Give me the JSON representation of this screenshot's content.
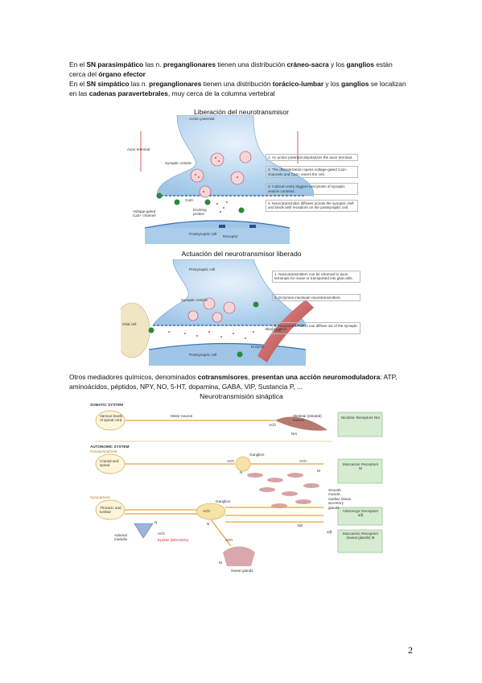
{
  "paragraph1": {
    "l1": [
      "En el ",
      "SN parasimpático",
      " las n. ",
      "preganglionares",
      " tienen una distribución ",
      "cráneo-sacra",
      " y los ",
      "ganglios",
      " están"
    ],
    "l2": [
      "cerca del ",
      "órgano efector"
    ],
    "l3": [
      "En el ",
      "SN simpático",
      " las n. ",
      "preganglionares",
      " tienen una distribución ",
      "torácico-lumbar",
      " y los ",
      "ganglios",
      " se localizan"
    ],
    "l4": [
      "en las ",
      "cadenas paravertebrales",
      ", muy cerca de la columna vertebral"
    ]
  },
  "captions": {
    "fig1": "Liberación del neurotransmisor",
    "fig2": "Actuación del neurotransmisor liberado",
    "fig3": "Neurotransmisión sináptica"
  },
  "paragraph2": {
    "l1": [
      "Otros mediadores químicos, denominados ",
      "cotransmisores",
      ", ",
      "presentan una acción neuromoduladora",
      ": ATP,"
    ],
    "l2": "aminoácidos, péptidos, NPY, NO, 5-HT, dopamina, GABA, VIP, Sustancia P, ..."
  },
  "figure1": {
    "labels": {
      "action_potential": "Action potential",
      "axon_terminal": "Axon terminal",
      "synaptic_vesicle": "Synaptic vesicle",
      "vg_channel": "Voltage-gated Ca2+ channel",
      "ca": "Ca2+",
      "docking": "Docking protein",
      "postsynaptic": "Postsynaptic cell",
      "receptor": "Receptor"
    },
    "steps": [
      {
        "n": "1",
        "text": "An action potential depolarizes the axon terminal."
      },
      {
        "n": "2",
        "text": "The depolarization opens voltage-gated Ca2+ channels and Ca2+ enters the cell."
      },
      {
        "n": "3",
        "text": "Calcium entry triggers exocytosis of synaptic vesicle contents."
      },
      {
        "n": "4",
        "text": "Neurotransmitter diffuses across the synaptic cleft and binds with receptors on the postsynaptic cell."
      }
    ]
  },
  "figure2": {
    "labels": {
      "presynaptic": "Presynaptic cell",
      "synaptic_vesicle": "Synaptic vesicle",
      "glial": "Glial cell",
      "blood": "Blood vessel",
      "enzyme": "Enzyme",
      "postsynaptic": "Postsynaptic cell"
    },
    "steps": [
      {
        "n": "1",
        "text": "Neurotransmitters can be returned to axon terminals for reuse or transported into glial cells."
      },
      {
        "n": "2",
        "text": "Enzymes inactivate neurotransmitters."
      },
      {
        "n": "3",
        "text": "Neurotransmitters can diffuse out of the synaptic cleft."
      }
    ]
  },
  "figure3": {
    "somatic_title": "SOMATIC SYSTEM",
    "autonomic_title": "AUTONOMIC SYSTEM",
    "parasympathetic": "Parasympathetic",
    "sympathetic": "Sympathetic",
    "spinal": "Various levels of spinal cord",
    "motor_neuron": "Motor neuron",
    "skeletal": "Skeletal (striated) muscle",
    "cranial": "Cranial and spinal",
    "thoracic": "Thoracic and lumbar",
    "ganglion": "Ganglion",
    "ach": "ACh",
    "ne": "NE",
    "nm": "Nm",
    "n": "N",
    "m": "M",
    "adrenal": "Adrenal medulla",
    "epi": "Epi/NE (80%/20%)",
    "smooth": "Smooth muscle, cardiac tissue, secretory glands",
    "sweat": "Sweat glands",
    "nicotinic": "Nicotinic Receptors Nm",
    "muscarinic": "Muscarinic Receptors M",
    "adrenergic": "Adrenergic Receptors α/β",
    "muscarinic_sweat": "Muscarinic Receptors (sweat glands) M",
    "ab": "α/β"
  },
  "page_number": "2"
}
